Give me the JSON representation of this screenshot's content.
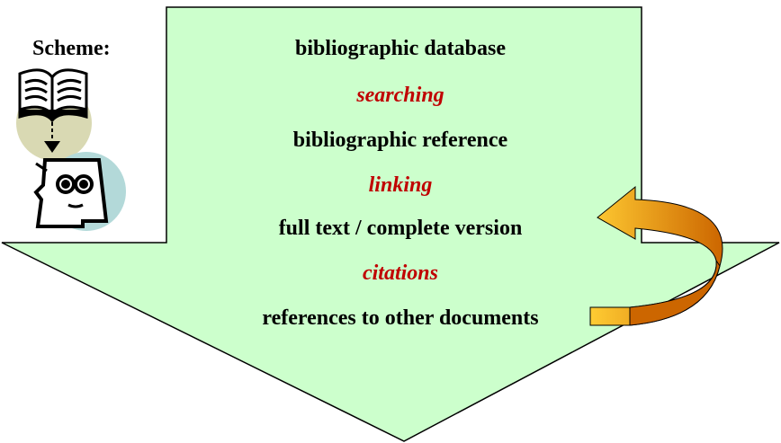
{
  "scheme_label": "Scheme:",
  "flow": [
    {
      "text": "bibliographic database",
      "kind": "item"
    },
    {
      "text": "searching",
      "kind": "action"
    },
    {
      "text": "bibliographic reference",
      "kind": "item"
    },
    {
      "text": "linking",
      "kind": "action"
    },
    {
      "text": "full text / complete version",
      "kind": "item"
    },
    {
      "text": "citations",
      "kind": "action"
    },
    {
      "text": "references to other documents",
      "kind": "item"
    }
  ],
  "colors": {
    "arrow_fill": "#ccffcc",
    "arrow_stroke": "#000000",
    "action_text": "#c00000",
    "item_text": "#000000",
    "loop_arrow_light": "#ffcc33",
    "loop_arrow_dark": "#cc6600",
    "icon_circle_tan": "#d9d9b3",
    "icon_circle_blue": "#b3d9d9"
  },
  "icons": [
    "open-book-icon",
    "down-arrow-icon",
    "reader-face-icon"
  ]
}
